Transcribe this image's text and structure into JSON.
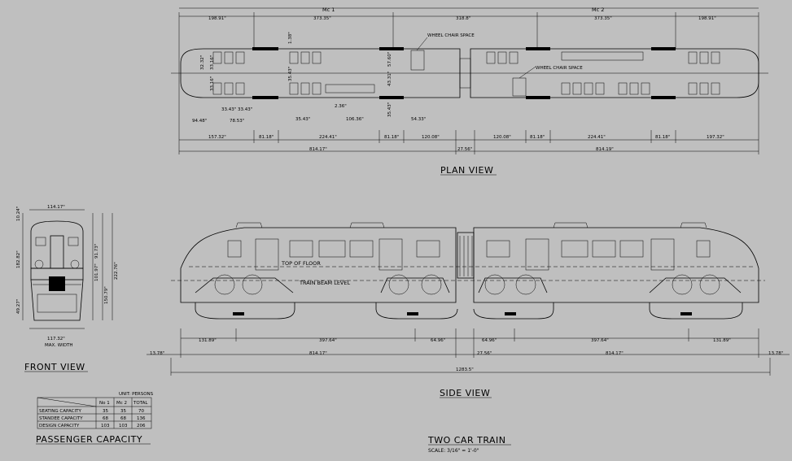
{
  "plan": {
    "car_labels": [
      "Mc 1",
      "Mc 2"
    ],
    "top_dims": [
      "198.91\"",
      "373.35\"",
      "318.8\"",
      "373.35\"",
      "198.91\""
    ],
    "wheel_chair_label": "WHEEL CHAIR SPACE",
    "inner_dims_left": [
      "1.38\"",
      "32.32\"",
      "33.16\"",
      "33.16\"",
      "35.43\"",
      "33.43\"",
      "33.43\"",
      "35.43\"",
      "2.36\"",
      "106.36\"",
      "57.60\"",
      "43.31\"",
      "35.43\"",
      "54.33\""
    ],
    "bottom_row1": [
      "94.48\"",
      "78.53\""
    ],
    "bottom_row2": [
      "157.32\"",
      "81.18\"",
      "224.41\"",
      "81.18\"",
      "120.08\"",
      "120.08\"",
      "81.18\"",
      "224.41\"",
      "81.18\"",
      "197.32\""
    ],
    "gap_dim": "27.56\"",
    "overall": [
      "814.17\"",
      "814.19\""
    ],
    "title": "PLAN VIEW"
  },
  "front": {
    "top_dim": "114.17\"",
    "left_dims": [
      "10.24\"",
      "182.82\"",
      "49.27\""
    ],
    "right_dims": [
      "91.73\"",
      "101.97\"",
      "150.79\"",
      "222.76\""
    ],
    "bottom_dim": "117.32\"",
    "max_width": "MAX. WIDTH",
    "title": "FRONT VIEW"
  },
  "side": {
    "top_of_floor": "TOP OF FLOOR",
    "train_beam_level": "TRAIN BEAM LEVEL",
    "dims_row1": [
      "131.89\"",
      "397.64\"",
      "64.96\"",
      "64.96\"",
      "397.64\"",
      "131.89\""
    ],
    "dims_row2": [
      "13.78\"",
      "814.17\"",
      "27.56\"",
      "814.17\"",
      "13.78\""
    ],
    "total": "1283.5\"",
    "title": "SIDE VIEW"
  },
  "capacity": {
    "unit": "UNIT: PERSONS",
    "headers": [
      "No 1",
      "Mc 2",
      "TOTAL"
    ],
    "rows": [
      {
        "label": "SEATING CAPACITY",
        "values": [
          "35",
          "35",
          "70"
        ]
      },
      {
        "label": "STANDEE CAPACITY",
        "values": [
          "68",
          "68",
          "136"
        ]
      },
      {
        "label": "DESIGN CAPACITY",
        "values": [
          "103",
          "103",
          "206"
        ]
      }
    ],
    "title": "PASSENGER CAPACITY"
  },
  "sheet": {
    "title": "TWO CAR TRAIN",
    "scale": "SCALE: 3/16\" = 1'-0\""
  }
}
